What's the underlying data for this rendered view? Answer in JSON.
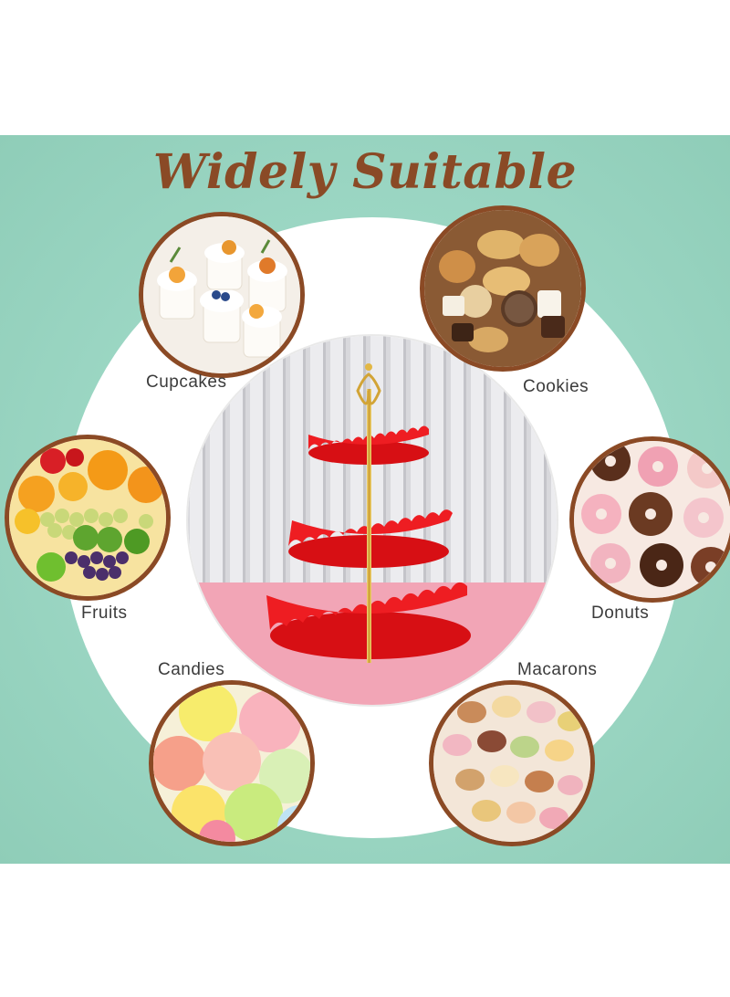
{
  "heading": "Widely Suitable",
  "categories": [
    {
      "key": "cupcakes",
      "label": "Cupcakes"
    },
    {
      "key": "cookies",
      "label": "Cookies"
    },
    {
      "key": "fruits",
      "label": "Fruits"
    },
    {
      "key": "donuts",
      "label": "Donuts"
    },
    {
      "key": "candies",
      "label": "Candies"
    },
    {
      "key": "macarons",
      "label": "Macarons"
    }
  ],
  "colors": {
    "background": "#9bd6c3",
    "title": "#8a4a26",
    "ring": "#8b4a25",
    "tier": "#e8161b",
    "stand": "#d9b23a"
  }
}
